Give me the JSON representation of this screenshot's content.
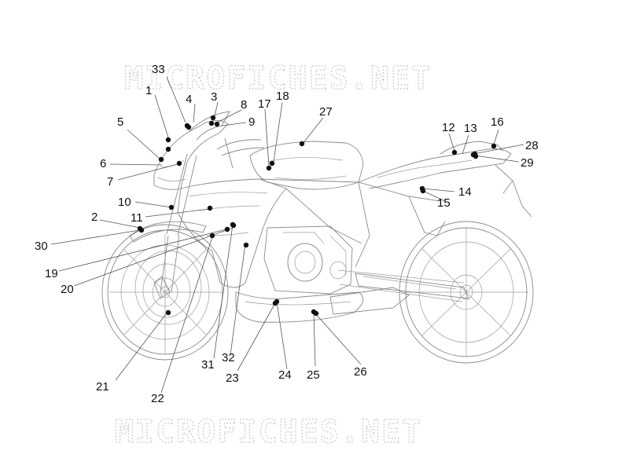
{
  "watermark": {
    "top": "MICROFICHES.NET",
    "bottom": "MICROFICHES.NET"
  },
  "callouts": [
    {
      "id": "1",
      "label": "1"
    },
    {
      "id": "2",
      "label": "2"
    },
    {
      "id": "3",
      "label": "3"
    },
    {
      "id": "4",
      "label": "4"
    },
    {
      "id": "5",
      "label": "5"
    },
    {
      "id": "6",
      "label": "6"
    },
    {
      "id": "7",
      "label": "7"
    },
    {
      "id": "8",
      "label": "8"
    },
    {
      "id": "9",
      "label": "9"
    },
    {
      "id": "10",
      "label": "10"
    },
    {
      "id": "11",
      "label": "11"
    },
    {
      "id": "12",
      "label": "12"
    },
    {
      "id": "13",
      "label": "13"
    },
    {
      "id": "14",
      "label": "14"
    },
    {
      "id": "15",
      "label": "15"
    },
    {
      "id": "16",
      "label": "16"
    },
    {
      "id": "17",
      "label": "17"
    },
    {
      "id": "18",
      "label": "18"
    },
    {
      "id": "19",
      "label": "19"
    },
    {
      "id": "20",
      "label": "20"
    },
    {
      "id": "21",
      "label": "21"
    },
    {
      "id": "22",
      "label": "22"
    },
    {
      "id": "23",
      "label": "23"
    },
    {
      "id": "24",
      "label": "24"
    },
    {
      "id": "25",
      "label": "25"
    },
    {
      "id": "26",
      "label": "26"
    },
    {
      "id": "27",
      "label": "27"
    },
    {
      "id": "28",
      "label": "28"
    },
    {
      "id": "29",
      "label": "29"
    },
    {
      "id": "30",
      "label": "30"
    },
    {
      "id": "31",
      "label": "31"
    },
    {
      "id": "32",
      "label": "32"
    },
    {
      "id": "33",
      "label": "33"
    }
  ]
}
